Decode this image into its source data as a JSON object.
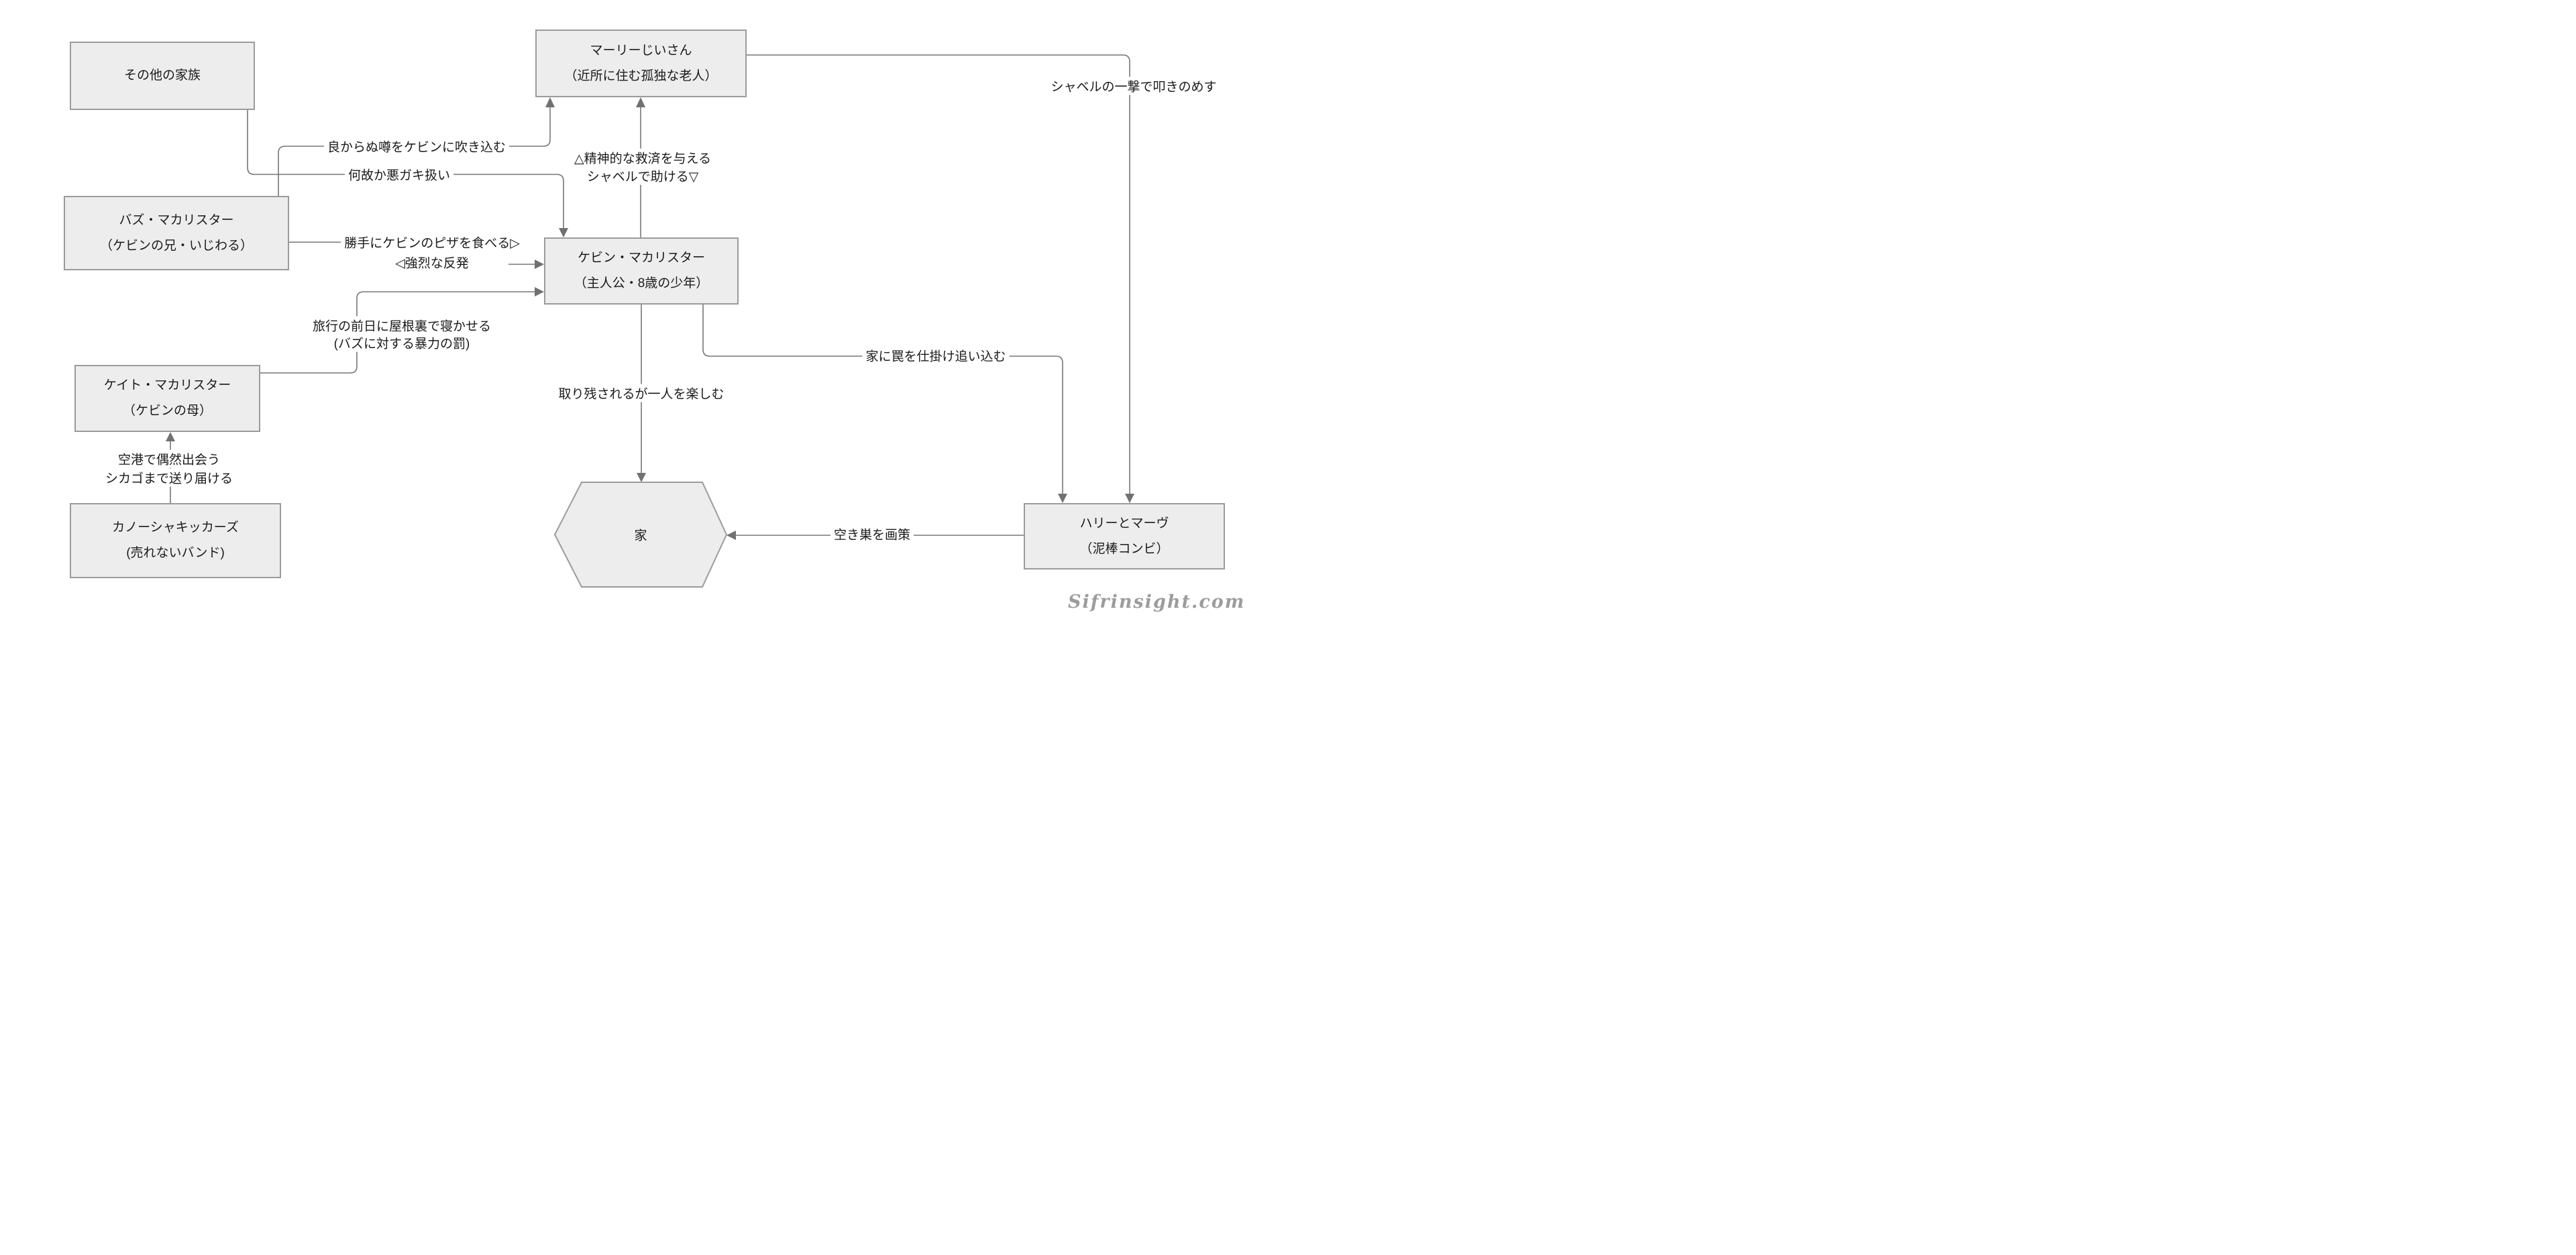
{
  "diagram": {
    "nodes": {
      "other_family": {
        "line1": "その他の家族"
      },
      "marley": {
        "line1": "マーリーじいさん",
        "line2": "（近所に住む孤独な老人）"
      },
      "buzz": {
        "line1": "バズ・マカリスター",
        "line2": "（ケビンの兄・いじわる）"
      },
      "kevin": {
        "line1": "ケビン・マカリスター",
        "line2": "（主人公・8歳の少年）"
      },
      "kate": {
        "line1": "ケイト・マカリスター",
        "line2": "（ケビンの母）"
      },
      "band": {
        "line1": "カノーシャキッカーズ",
        "line2": "(売れないバンド)"
      },
      "harry": {
        "line1": "ハリーとマーヴ",
        "line2": "（泥棒コンビ）"
      },
      "home": {
        "line1": "家"
      }
    },
    "edge_labels": {
      "bad_rumor": "良からぬ噂をケビンに吹き込む",
      "bad_kid": "何故か悪ガキ扱い",
      "salvation": "△精神的な救済を与える",
      "shovel_help": "シャベルで助ける▽",
      "shovel_hit": "シャベルの一撃で叩きのめす",
      "pizza": "勝手にケビンのピザを食べる▷",
      "backlash": "◁強烈な反発",
      "attic1": "旅行の前日に屋根裏で寝かせる",
      "attic2": "(バズに対する暴力の罰)",
      "trap": "家に罠を仕掛け追い込む",
      "left_alone": "取り残されるが一人を楽しむ",
      "airport1": "空港で偶然出会う",
      "airport2": "シカゴまで送り届ける",
      "burglary": "空き巣を画策"
    },
    "watermark": "Sifrinsight.com",
    "colors": {
      "node_fill": "#ededed",
      "node_border": "#9b9b9b",
      "line": "#767676",
      "arrow": "#717171",
      "text": "#1a1a1a",
      "watermark": "#9c9c9c"
    }
  }
}
